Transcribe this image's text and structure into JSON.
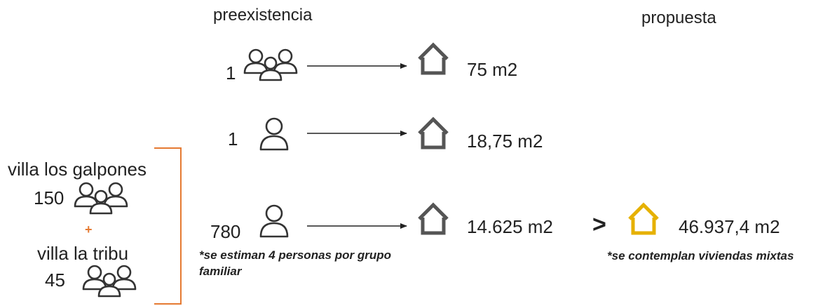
{
  "headers": {
    "left": "preexistencia",
    "right": "propuesta"
  },
  "rows": [
    {
      "count": "1",
      "people_icon": "group-icon",
      "area": "75 m2"
    },
    {
      "count": "1",
      "people_icon": "person-icon",
      "area": "18,75 m2"
    },
    {
      "count": "780",
      "people_icon": "person-icon",
      "area": "14.625 m2",
      "note": "*se estiman 4 personas por grupo familiar"
    }
  ],
  "proposal": {
    "comparator": ">",
    "area": "46.937,4 m2",
    "note": "*se contemplan viviendas mixtas",
    "house_color": "#E6B100"
  },
  "villas": {
    "first": {
      "name": "villa los galpones",
      "count": "150"
    },
    "plus": "+",
    "second": {
      "name": "villa la tribu",
      "count": "45"
    },
    "bracket_color": "#E57A32"
  },
  "colors": {
    "icon": "#333333",
    "house": "#555555",
    "arrow": "#222222"
  }
}
